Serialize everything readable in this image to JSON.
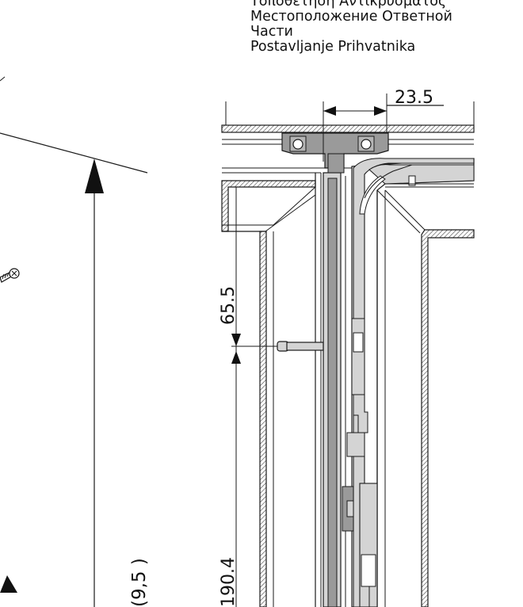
{
  "title_lines": [
    "Τοποθέτηση Αντικρύσματος",
    "Местоположение Ответной",
    "Части",
    "Postavljanje Prihvatnika"
  ],
  "dimensions": {
    "top_offset": "23.5",
    "vertical_gap": "65.5",
    "lower_height": "190.4",
    "left_height": "(9,5 )"
  },
  "colors": {
    "frame_gray": "#d4d4d4",
    "dark_gray": "#9a9a9a",
    "line": "#1a1a1a"
  }
}
